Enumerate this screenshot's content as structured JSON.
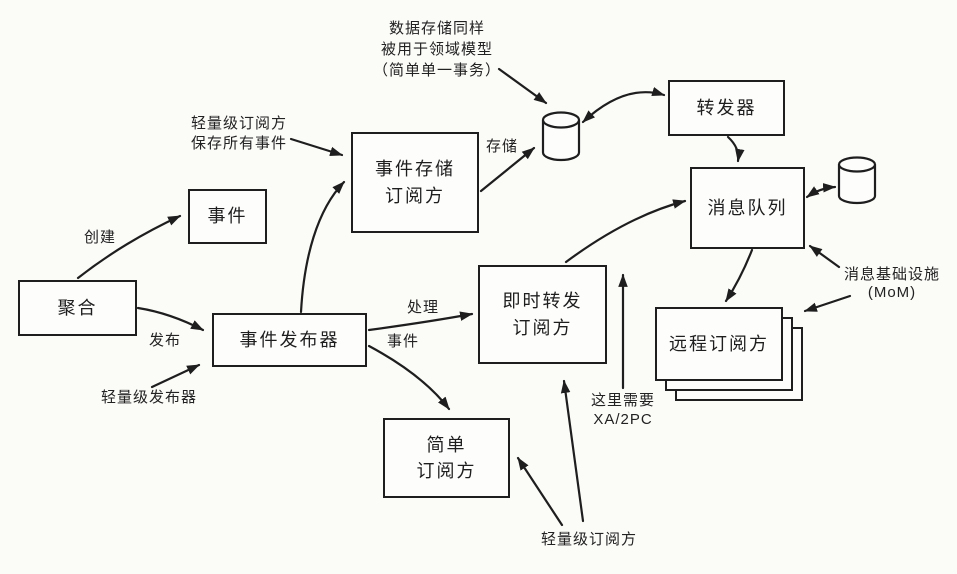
{
  "colors": {
    "ink": "#1e1e1e",
    "background": "#fbfbf8",
    "node_fill": "#fdfdfc"
  },
  "nodes": {
    "aggregate": {
      "label": "聚合"
    },
    "event": {
      "label": "事件"
    },
    "event_publisher": {
      "label": "事件发布器"
    },
    "event_store_subscriber": {
      "line1": "事件存储",
      "line2": "订阅方"
    },
    "immediate_forward_subscriber": {
      "line1": "即时转发",
      "line2": "订阅方"
    },
    "simple_subscriber": {
      "line1": "简单",
      "line2": "订阅方"
    },
    "forwarder": {
      "label": "转发器"
    },
    "message_queue": {
      "label": "消息队列"
    },
    "remote_subscriber": {
      "label": "远程订阅方"
    }
  },
  "edge_labels": {
    "create": "创建",
    "publish": "发布",
    "store": "存储",
    "process": "处理",
    "events": "事件"
  },
  "annotations": {
    "datastore_note": {
      "line1": "数据存储同样",
      "line2": "被用于领域模型",
      "line3": "（简单单一事务）"
    },
    "event_store_note": {
      "line1": "轻量级订阅方",
      "line2": "保存所有事件"
    },
    "lightweight_publisher": "轻量级发布器",
    "xa_note": {
      "line1": "这里需要",
      "line2": "XA/2PC"
    },
    "mom_note": {
      "line1": "消息基础设施",
      "line2": "(MoM)"
    },
    "lightweight_subscriber": "轻量级订阅方"
  }
}
